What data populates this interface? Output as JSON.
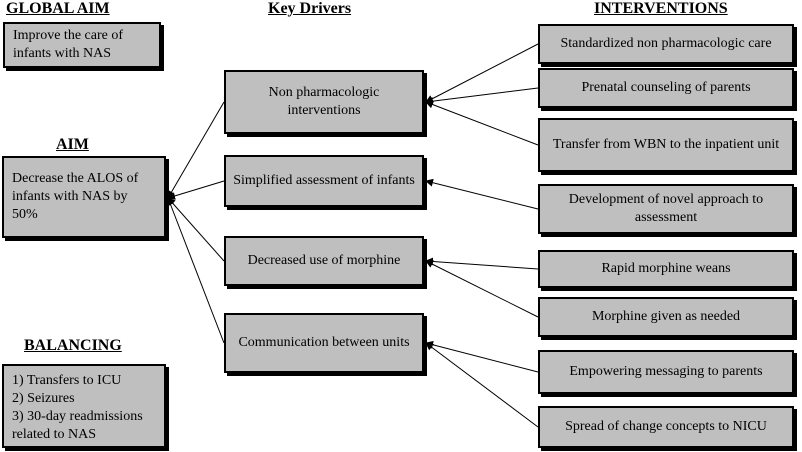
{
  "headers": {
    "global_aim": "GLOBAL AIM",
    "key_drivers": "Key Drivers",
    "interventions": "INTERVENTIONS",
    "aim": "AIM",
    "balancing": "BALANCING"
  },
  "global_aim": "Improve the care of infants with NAS",
  "aim": "Decrease the ALOS of infants with NAS by 50%",
  "balancing": [
    "1) Transfers to ICU",
    "2) Seizures",
    "3) 30-day readmissions related to NAS"
  ],
  "drivers": [
    "Non pharmacologic interventions",
    "Simplified assessment of infants",
    "Decreased use of morphine",
    "Communication between units"
  ],
  "interventions": [
    "Standardized non pharmacologic care",
    "Prenatal counseling of parents",
    "Transfer from WBN to the inpatient unit",
    "Development of novel approach to assessment",
    "Rapid morphine weans",
    "Morphine given as needed",
    "Empowering messaging to parents",
    "Spread of change concepts to NICU"
  ],
  "links": {
    "intervention_to_driver": [
      0,
      0,
      0,
      1,
      2,
      2,
      3,
      3
    ]
  }
}
